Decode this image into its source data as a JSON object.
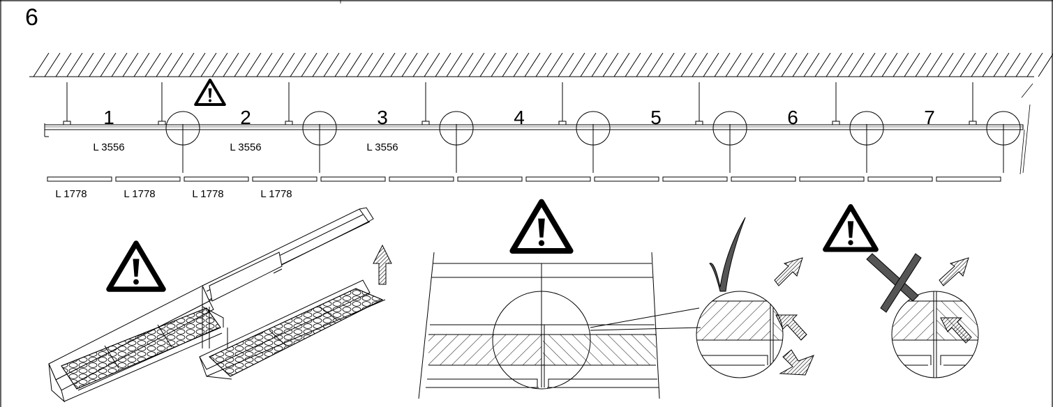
{
  "step_number": "6",
  "segments": [
    {
      "label": "1",
      "length": "L 3556"
    },
    {
      "label": "2",
      "length": "L 3556"
    },
    {
      "label": "3",
      "length": "L 3556"
    },
    {
      "label": "4",
      "length": ""
    },
    {
      "label": "5",
      "length": ""
    },
    {
      "label": "6",
      "length": ""
    },
    {
      "label": "7",
      "length": ""
    }
  ],
  "module_lengths": [
    "L 1778",
    "L 1778",
    "L 1778",
    "L 1778"
  ],
  "module_count": 14,
  "icons": [
    "warning-triangle-icon",
    "check-mark-icon",
    "cross-mark-icon",
    "arrow-up-icon",
    "pointer-arrow-icon"
  ]
}
